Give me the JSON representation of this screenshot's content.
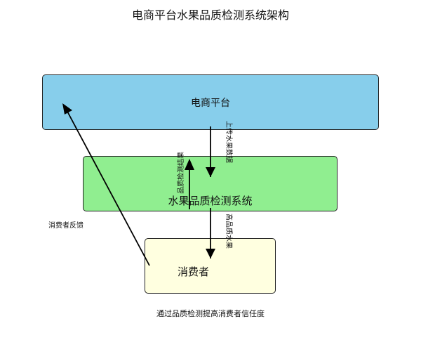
{
  "title": "电商平台水果品质检测系统架构",
  "nodes": {
    "platform": {
      "label": "电商平台",
      "color": "#87CEEB"
    },
    "system": {
      "label": "水果品质检测系统",
      "color": "#90EE90"
    },
    "consumer": {
      "label": "消费者",
      "color": "#FFFFE0"
    }
  },
  "edges": {
    "upload": "上传水果数据",
    "result": "品质检测结果",
    "quality_fruit": "高品质水果",
    "feedback": "消费者反馈"
  },
  "footer": "通过品质检测提高消费者信任度"
}
